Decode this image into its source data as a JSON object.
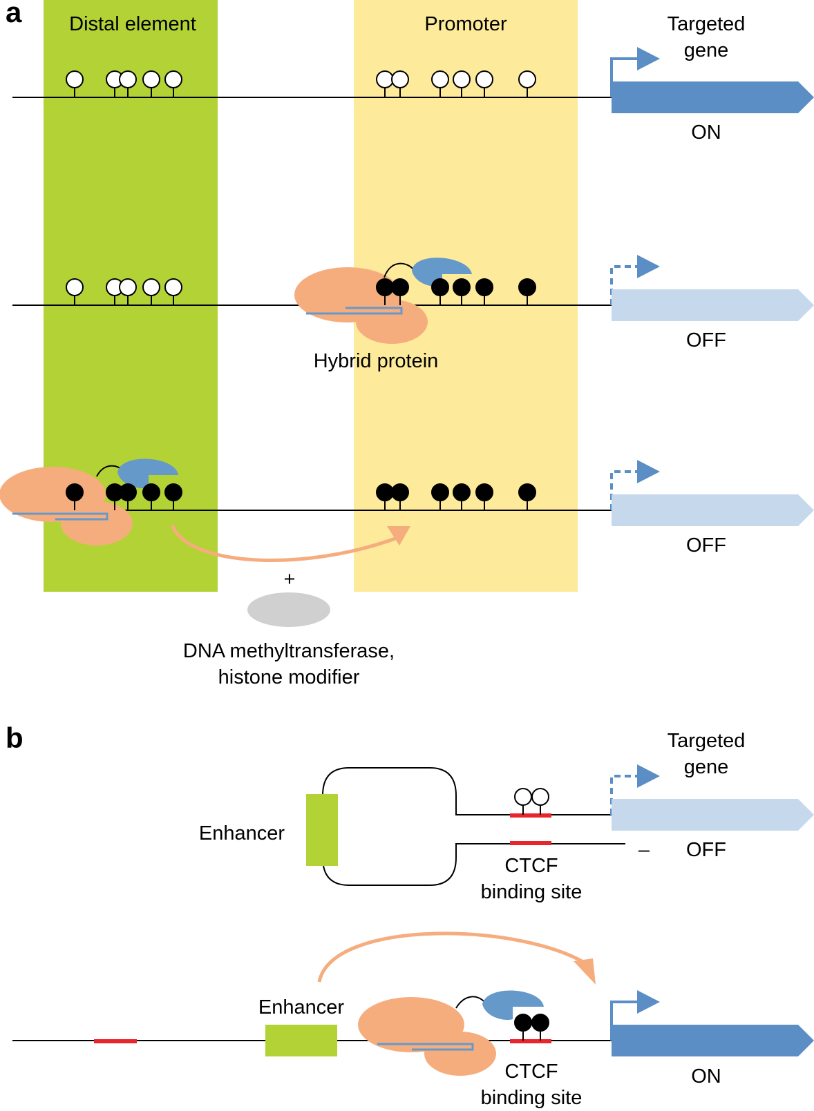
{
  "colors": {
    "distal_region": "#B3D235",
    "promoter_region": "#FDEA9A",
    "gene_on": "#5B8EC4",
    "gene_off": "#C6D9EC",
    "protein_orange": "#F6AD7E",
    "protein_blue": "#6499CA",
    "modifier_gray": "#D0D0D0",
    "ctcf_site": "#E8252B",
    "enhancer": "#B3D235",
    "arrow_orange": "#F6AD7E"
  },
  "panel_a": {
    "label": "a",
    "distal_header": "Distal element",
    "promoter_header": "Promoter",
    "gene_header_line1": "Targeted",
    "gene_header_line2": "gene",
    "rows": [
      {
        "state": "ON",
        "distal_sites": "unmethylated",
        "promoter_sites": "unmethylated"
      },
      {
        "state": "OFF",
        "distal_sites": "unmethylated",
        "promoter_sites": "methylated"
      },
      {
        "state": "OFF",
        "distal_sites": "methylated",
        "promoter_sites": "methylated"
      }
    ],
    "hybrid_label": "Hybrid protein",
    "plus": "+",
    "modifier_line1": "DNA methyltransferase,",
    "modifier_line2": "histone modifier"
  },
  "panel_b": {
    "label": "b",
    "gene_header_line1": "Targeted",
    "gene_header_line2": "gene",
    "top": {
      "enhancer_label": "Enhancer",
      "ctcf_line1": "CTCF",
      "ctcf_line2": "binding site",
      "dash": "–",
      "state": "OFF"
    },
    "bottom": {
      "enhancer_label": "Enhancer",
      "ctcf_line1": "CTCF",
      "ctcf_line2": "binding site",
      "state": "ON"
    }
  }
}
